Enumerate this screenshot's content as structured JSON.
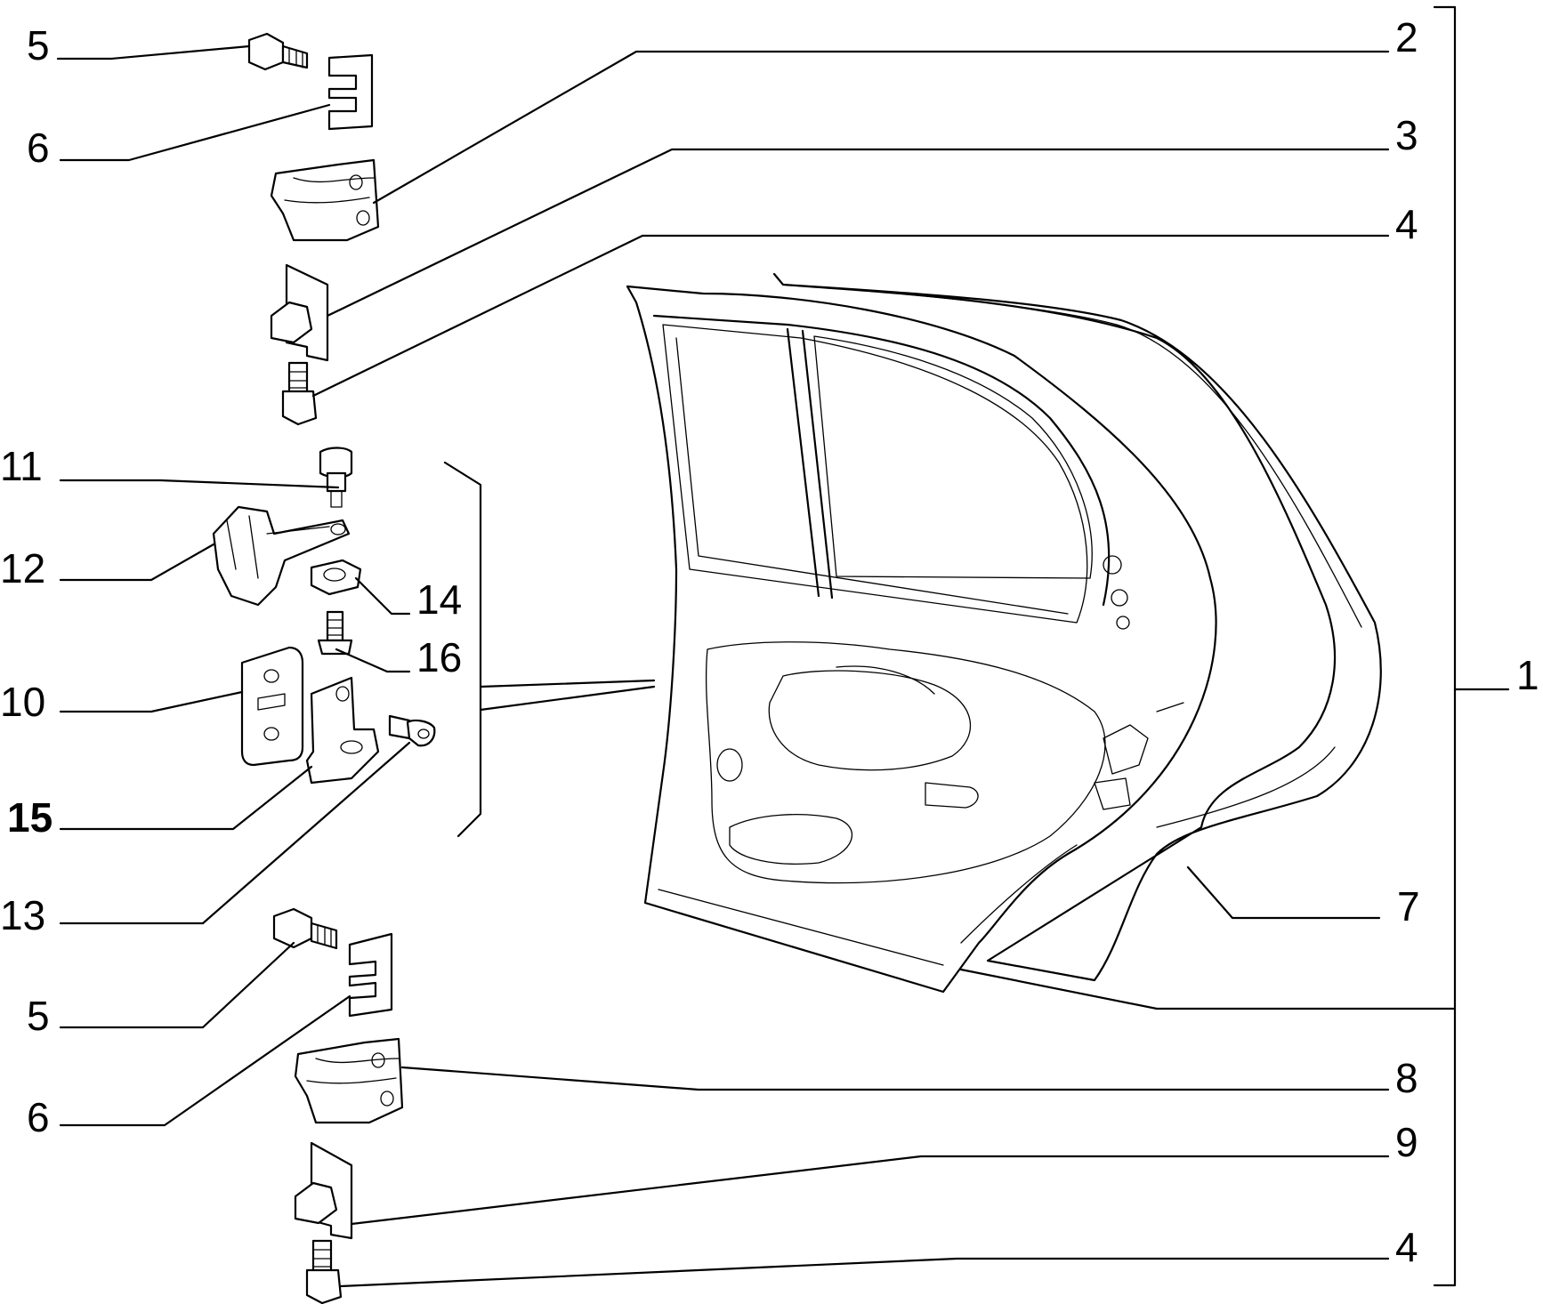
{
  "callouts": [
    {
      "id": "c5a",
      "text": "5"
    },
    {
      "id": "c6a",
      "text": "6"
    },
    {
      "id": "c11",
      "text": "11"
    },
    {
      "id": "c12",
      "text": "12"
    },
    {
      "id": "c10",
      "text": "10"
    },
    {
      "id": "c15",
      "text": "15",
      "bold": true
    },
    {
      "id": "c13",
      "text": "13"
    },
    {
      "id": "c5b",
      "text": "5"
    },
    {
      "id": "c6b",
      "text": "6"
    },
    {
      "id": "c14",
      "text": "14"
    },
    {
      "id": "c16",
      "text": "16"
    },
    {
      "id": "c2",
      "text": "2"
    },
    {
      "id": "c3",
      "text": "3"
    },
    {
      "id": "c4a",
      "text": "4"
    },
    {
      "id": "c1",
      "text": "1"
    },
    {
      "id": "c7",
      "text": "7"
    },
    {
      "id": "c8",
      "text": "8"
    },
    {
      "id": "c9",
      "text": "9"
    },
    {
      "id": "c4b",
      "text": "4"
    }
  ]
}
